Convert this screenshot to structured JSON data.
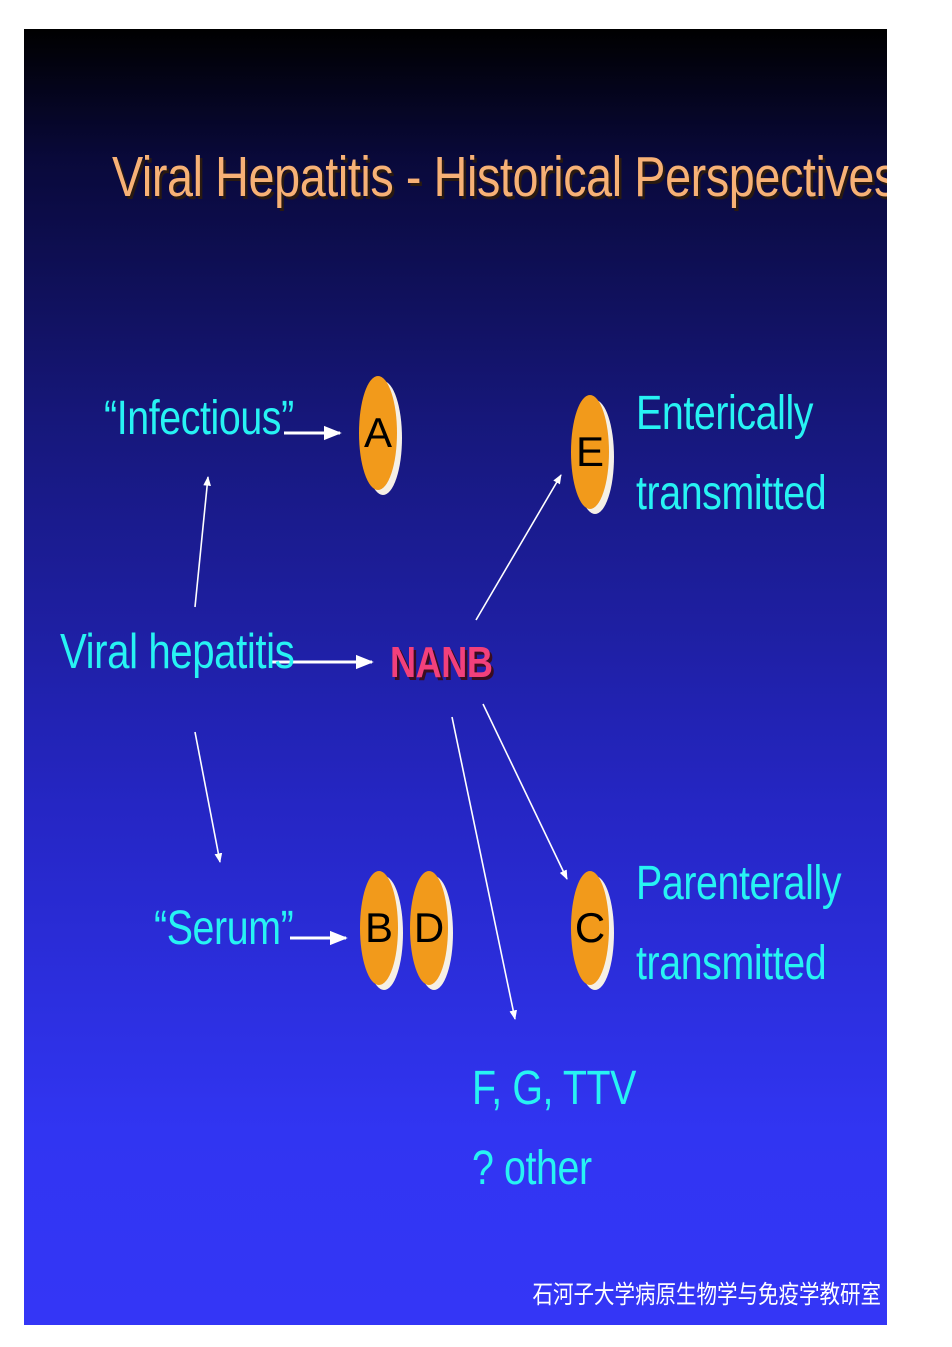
{
  "title": "Viral Hepatitis - Historical Perspectives",
  "nodes": {
    "viral_hepatitis": "Viral hepatitis",
    "infectious": "“Infectious”",
    "serum": "“Serum”",
    "nanb": "NANB",
    "enterically_line1": "Enterically",
    "enterically_line2": "transmitted",
    "parenterally_line1": "Parenterally",
    "parenterally_line2": "transmitted",
    "other_line1": "F, G, TTV",
    "other_line2": "? other"
  },
  "viruses": {
    "a": "A",
    "b": "B",
    "d": "D",
    "e": "E",
    "c": "C"
  },
  "footer": "石河子大学病原生物学与免疫学教研室",
  "colors": {
    "title": "#f7b176",
    "label": "#27f3f3",
    "nanb": "#f2407b",
    "virus_fill": "#f29a1b",
    "arrow": "#ffffff"
  }
}
